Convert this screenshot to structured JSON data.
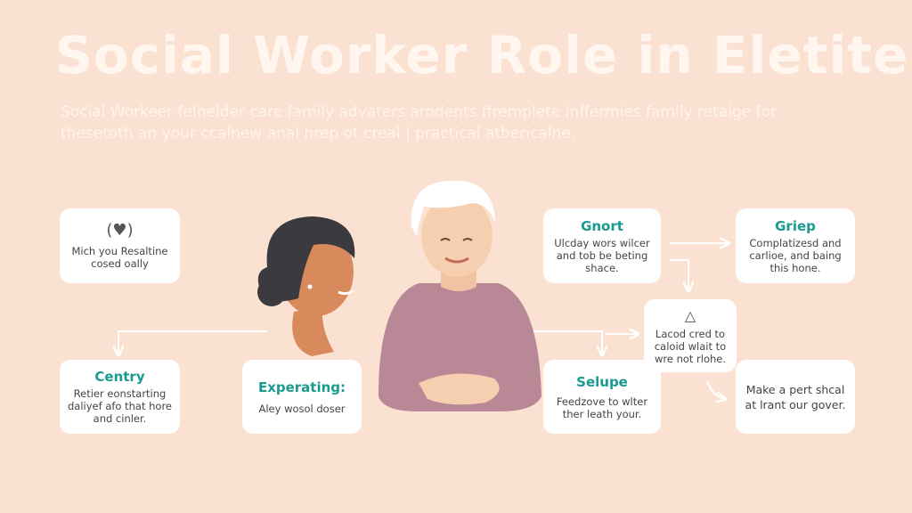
{
  "title": "Social Worker Role in Eletite",
  "subtitle": "Social Workeer felnelder care family advaters arodents ffremplete inffermies family retaige for thesetoth an your ccalnew anal hrep ot creal | practical atbericalne.",
  "colors": {
    "background": "#fbe1d1",
    "accent": "#1b9a8f",
    "card": "#ffffff"
  },
  "cards": {
    "care": {
      "icon": "heart-hands-icon",
      "title": "",
      "text": "Mich you Resaltine cosed oally"
    },
    "centry": {
      "title": "Centry",
      "text": "Retier eonstarting daliyef afo that hore and cinler."
    },
    "experating": {
      "title": "Experating:",
      "text": "Aley wosol doser"
    },
    "gnort": {
      "title": "Gnort",
      "text": "Ulcday wors wilcer and tob be beting shace."
    },
    "griep": {
      "title": "Griep",
      "text": "Complatizesd and carlioe, and baing this hone."
    },
    "lacod": {
      "icon": "warning-triangle-icon",
      "title": "",
      "text": "Lacod cred to caloid wlait to wre not rlohe."
    },
    "selupe": {
      "title": "Selupe",
      "text": "Feedzove to wlter ther leath your."
    },
    "make": {
      "title": "",
      "text": "Make a pert shcal at lrant our gover."
    }
  }
}
